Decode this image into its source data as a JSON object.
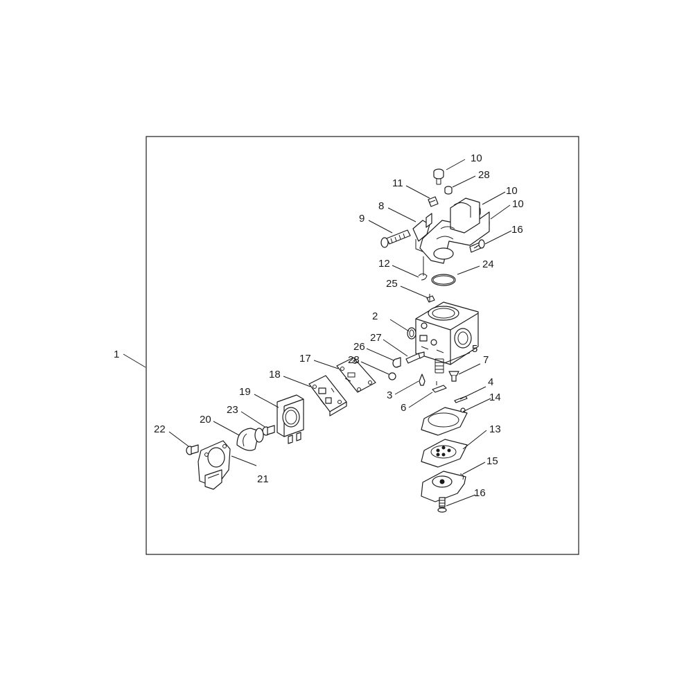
{
  "diagram": {
    "callouts": [
      {
        "id": "c1",
        "label": "1"
      },
      {
        "id": "c2",
        "label": "2"
      },
      {
        "id": "c3",
        "label": "3"
      },
      {
        "id": "c4",
        "label": "4"
      },
      {
        "id": "c5",
        "label": "5"
      },
      {
        "id": "c6",
        "label": "6"
      },
      {
        "id": "c7",
        "label": "7"
      },
      {
        "id": "c8",
        "label": "8"
      },
      {
        "id": "c9",
        "label": "9"
      },
      {
        "id": "c10a",
        "label": "10"
      },
      {
        "id": "c10b",
        "label": "10"
      },
      {
        "id": "c10c",
        "label": "10"
      },
      {
        "id": "c11",
        "label": "11"
      },
      {
        "id": "c12",
        "label": "12"
      },
      {
        "id": "c13",
        "label": "13"
      },
      {
        "id": "c14",
        "label": "14"
      },
      {
        "id": "c15",
        "label": "15"
      },
      {
        "id": "c16a",
        "label": "16"
      },
      {
        "id": "c16b",
        "label": "16"
      },
      {
        "id": "c17",
        "label": "17"
      },
      {
        "id": "c18",
        "label": "18"
      },
      {
        "id": "c19",
        "label": "19"
      },
      {
        "id": "c20",
        "label": "20"
      },
      {
        "id": "c21",
        "label": "21"
      },
      {
        "id": "c22",
        "label": "22"
      },
      {
        "id": "c23",
        "label": "23"
      },
      {
        "id": "c24",
        "label": "24"
      },
      {
        "id": "c25",
        "label": "25"
      },
      {
        "id": "c26",
        "label": "26"
      },
      {
        "id": "c27",
        "label": "27"
      },
      {
        "id": "c28a",
        "label": "28"
      },
      {
        "id": "c28b",
        "label": "28"
      }
    ]
  }
}
